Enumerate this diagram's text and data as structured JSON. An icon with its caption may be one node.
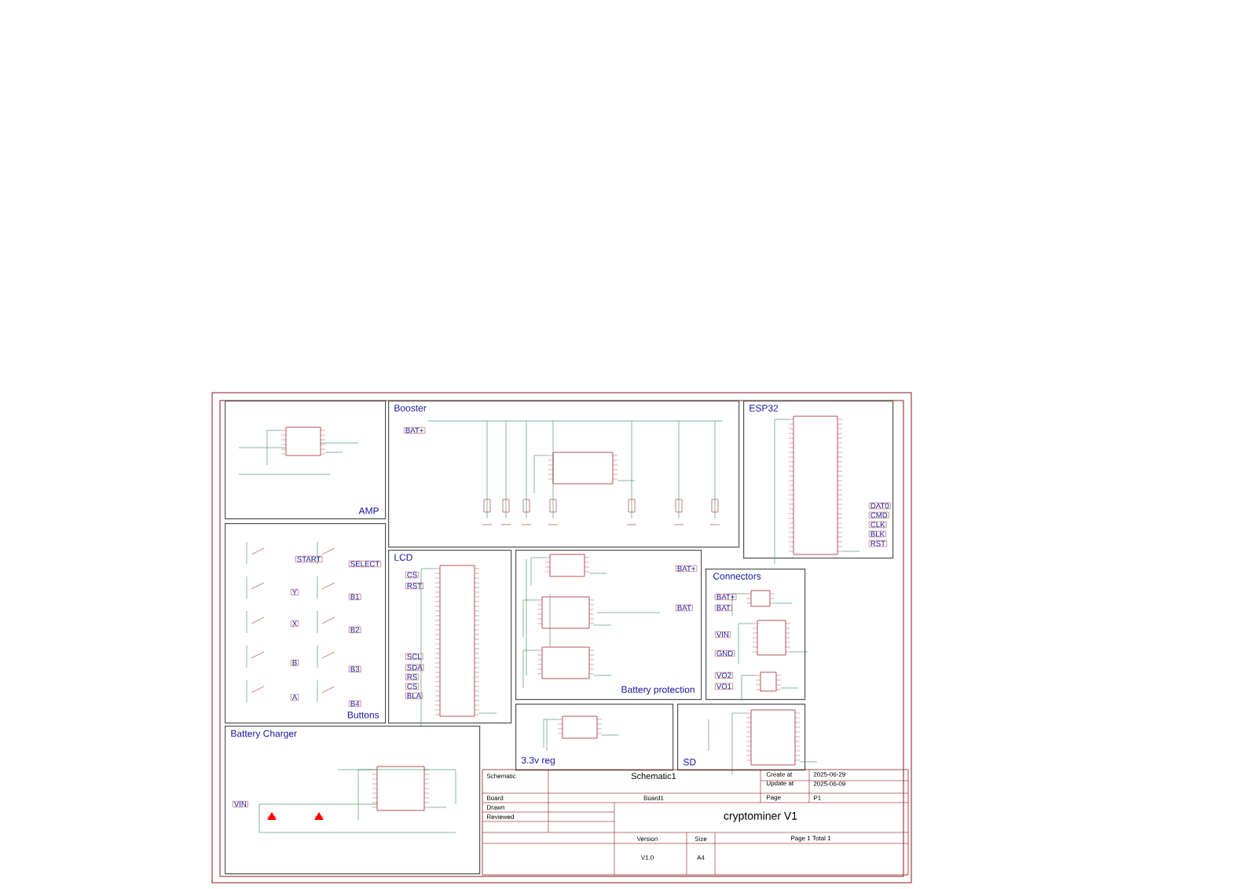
{
  "diagram": {
    "nodes": [
      {
        "text": [
          "AMP"
        ]
      },
      {
        "text": [
          "Booster"
        ]
      },
      {
        "text": [
          "ESP32"
        ]
      },
      {
        "text": [
          "Buttons"
        ]
      },
      {
        "text": [
          "LCD"
        ]
      },
      {
        "text": [
          "Battery protection"
        ]
      },
      {
        "text": [
          "Connectors"
        ]
      },
      {
        "text": [
          "Battery Charger"
        ]
      },
      {
        "text": [
          "3.3v reg"
        ]
      },
      {
        "text": [
          "SD"
        ]
      }
    ],
    "labels": [
      "BAT+",
      "DAT0",
      "CMD",
      "CLK",
      "BLK",
      "RST",
      "START",
      "SELECT",
      "Y",
      "B1",
      "X",
      "B2",
      "B",
      "B3",
      "A",
      "B4",
      "CS",
      "RST",
      "SCL",
      "SDA",
      "RS",
      "CS",
      "BLA",
      "BAT+",
      "BAT",
      "BAT+",
      "BAT",
      "VIN",
      "GND",
      "VO2",
      "VO1",
      "VIN",
      "Schematic",
      "Schematic1",
      "Create at",
      "2025-06-29",
      "Update at",
      "2025-06-09",
      "Board",
      "Board1",
      "Page",
      "P1",
      "Drawn",
      "Reviewed",
      "cryptominer V1",
      "Version",
      "Size",
      "Page 1 Total 1",
      "V1.0",
      "A4"
    ]
  }
}
